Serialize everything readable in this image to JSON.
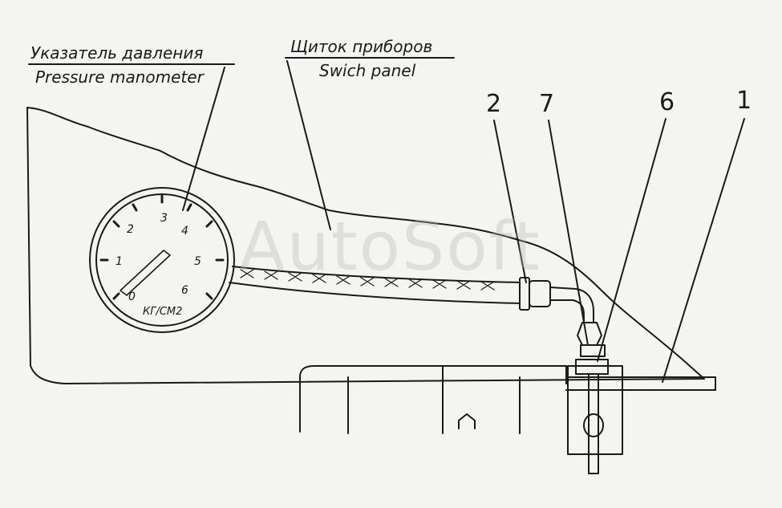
{
  "labels": {
    "gauge_ru": "Указатель давления",
    "gauge_en": "Pressure manometer",
    "panel_ru": "Щиток приборов",
    "panel_en": "Swich panel"
  },
  "callouts": [
    "2",
    "7",
    "6",
    "1"
  ],
  "gauge": {
    "scale": [
      "0",
      "1",
      "2",
      "3",
      "4",
      "5",
      "6"
    ],
    "unit": "КГ/СМ2"
  },
  "watermark": "AutoSoft"
}
